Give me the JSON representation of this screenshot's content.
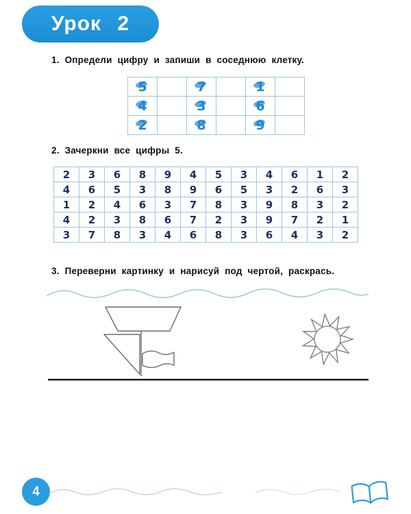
{
  "page": {
    "lesson_label": "Урок 2",
    "page_number": "4"
  },
  "tasks": {
    "task1": {
      "title": "1. Определи цифру и запиши в соседнюю клетку.",
      "digit_rows": [
        [
          "5",
          "7",
          "1"
        ],
        [
          "4",
          "3",
          "6"
        ],
        [
          "2",
          "8",
          "9"
        ]
      ]
    },
    "task2": {
      "title": "2. Зачеркни все цифры 5.",
      "grid": [
        [
          "2",
          "3",
          "6",
          "8",
          "9",
          "4",
          "5",
          "3",
          "4",
          "6",
          "1",
          "2"
        ],
        [
          "4",
          "6",
          "5",
          "3",
          "8",
          "9",
          "6",
          "5",
          "3",
          "2",
          "6",
          "3"
        ],
        [
          "1",
          "2",
          "4",
          "6",
          "3",
          "7",
          "8",
          "3",
          "9",
          "8",
          "3",
          "2"
        ],
        [
          "4",
          "2",
          "3",
          "8",
          "6",
          "7",
          "2",
          "3",
          "9",
          "7",
          "2",
          "1"
        ],
        [
          "3",
          "7",
          "8",
          "3",
          "4",
          "6",
          "8",
          "3",
          "6",
          "4",
          "3",
          "2"
        ]
      ]
    },
    "task3": {
      "title": "3. Переверни картинку и нарисуй под чертой, раскрась.",
      "drawing_elements": [
        "wavy-water-line",
        "upside-down-sailboat-with-flag",
        "sun",
        "ground-line"
      ]
    }
  },
  "footer": {
    "icons": [
      "open-book-icon"
    ]
  },
  "colors": {
    "header_blue": "#2a9ce0",
    "digit_blue": "#1d86d8",
    "grid_border": "#9ec6e0",
    "number_navy": "#1c2f5e"
  }
}
